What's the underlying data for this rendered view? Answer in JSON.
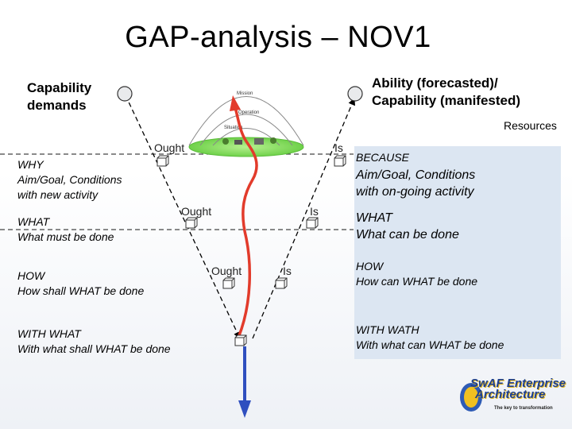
{
  "title": "GAP-analysis – NOV1",
  "left_header": {
    "line1": "Capability",
    "line2": "demands"
  },
  "right_header": {
    "line1": "Ability (forecasted)/",
    "line2": "Capability (manifested)"
  },
  "resources": "Resources",
  "left_labels": {
    "why": {
      "title": "WHY",
      "line1": "Aim/Goal, Conditions",
      "line2": "with new activity"
    },
    "what": {
      "title": "WHAT",
      "line1": "What must be done"
    },
    "how": {
      "title": "HOW",
      "line1": "How shall WHAT be done"
    },
    "with_what": {
      "title": "WITH WHAT",
      "line1": "With what shall WHAT be done"
    }
  },
  "right_labels": {
    "because": {
      "title": "BECAUSE",
      "line1": "Aim/Goal, Conditions",
      "line2": "with on-going activity"
    },
    "what": {
      "title": "WHAT",
      "line1": "What can be done"
    },
    "how": {
      "title": "HOW",
      "line1": "How can WHAT be done"
    },
    "with_what": {
      "title": "WITH WATH",
      "line1": "With what can WHAT be done"
    }
  },
  "middle_labels": {
    "ought_1": "Ought",
    "ought_2": "Ought",
    "ought_3": "Ought",
    "is_1": "Is",
    "is_2": "Is",
    "is_3": "Is"
  },
  "illustration_labels": {
    "mission": "Mission",
    "operation": "Operation",
    "situation": "Situation"
  },
  "logo": {
    "line1": "SwAF Enterprise",
    "line2": "Architecture",
    "tagline": "The key to transformation"
  },
  "colors": {
    "panel": "#dce6f2",
    "arrow_red": "#e23b2b",
    "arrow_blue": "#2f4fbf",
    "platform": "#7ed957"
  }
}
